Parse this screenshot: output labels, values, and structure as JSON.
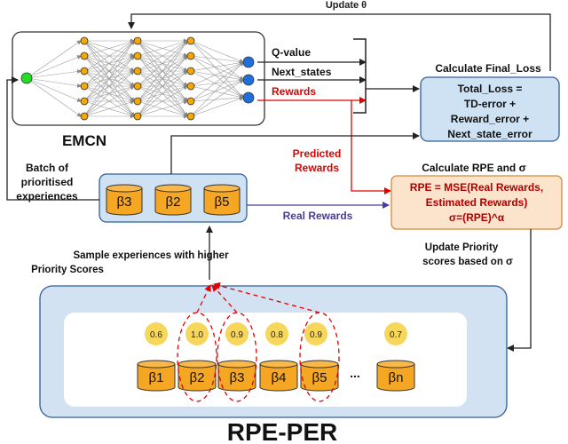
{
  "update_label": "Update θ",
  "emcn_title": "EMCN",
  "outputs": {
    "q_value": "Q-value",
    "next_states": "Next_states",
    "rewards": "Rewards"
  },
  "final_loss": {
    "heading": "Calculate Final_Loss",
    "line1": "Total_Loss =",
    "line2": "TD-error +",
    "line3": "Reward_error +",
    "line4": "Next_state_error"
  },
  "predicted_rewards": {
    "line1": "Predicted",
    "line2": "Rewards"
  },
  "rpe": {
    "heading": "Calculate RPE and σ",
    "line1": "RPE = MSE(Real Rewards,",
    "line2": "Estimated Rewards)",
    "line3": "σ=(RPE)^α"
  },
  "batch": {
    "line1": "Batch of",
    "line2": "prioritised",
    "line3": "experiences"
  },
  "batch_buffers": [
    "β3",
    "β2",
    "β5"
  ],
  "real_rewards": "Real Rewards",
  "update_priority": {
    "line1": "Update Priority",
    "line2": "scores based on σ"
  },
  "sample": {
    "line1": "Sample experiences with higher",
    "line2": "Priority Scores"
  },
  "priorities": [
    "0.6",
    "1.0",
    "0.9",
    "0.8",
    "0.9",
    "0.7"
  ],
  "buffers": [
    "β1",
    "β2",
    "β3",
    "β4",
    "β5",
    "βn"
  ],
  "ellipsis": "...",
  "rpe_per_title": "RPE-PER"
}
